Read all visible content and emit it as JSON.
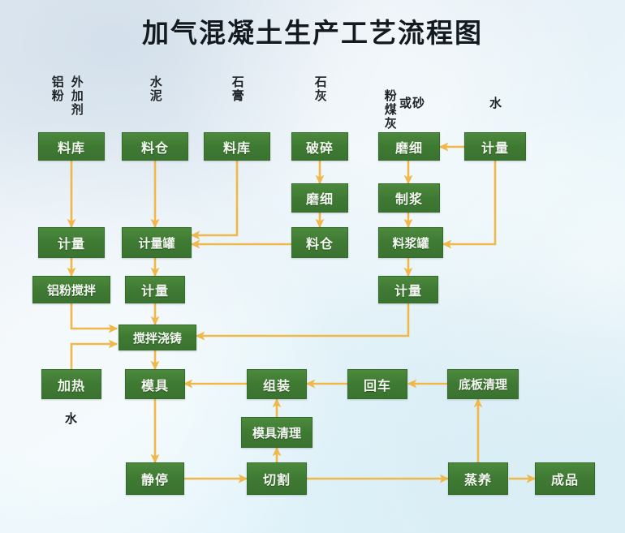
{
  "title": "加气混凝土生产工艺流程图",
  "theme": {
    "box_fill": "#3f7a33",
    "box_border": "#356b2c",
    "box_text": "#f2f7ef",
    "arrow": "#f0b84a",
    "background_top_left": "#e5ecf3",
    "background_bottom": "#ddf2fa",
    "title_color": "#141b20"
  },
  "headers": [
    {
      "id": "h-aluminum-powder",
      "label": "铝粉",
      "orientation": "vertical"
    },
    {
      "id": "h-admixture",
      "label": "外加剂",
      "orientation": "vertical"
    },
    {
      "id": "h-cement",
      "label": "水泥",
      "orientation": "vertical"
    },
    {
      "id": "h-gypsum",
      "label": "石膏",
      "orientation": "vertical"
    },
    {
      "id": "h-lime",
      "label": "石灰",
      "orientation": "vertical"
    },
    {
      "id": "h-flyash",
      "label": "粉煤灰",
      "orientation": "vertical"
    },
    {
      "id": "h-or-sand",
      "label": "或砂",
      "orientation": "horizontal"
    },
    {
      "id": "h-water-top",
      "label": "水",
      "orientation": "horizontal"
    },
    {
      "id": "h-water-heat",
      "label": "水",
      "orientation": "horizontal"
    }
  ],
  "nodes": [
    {
      "id": "n-al-store",
      "label": "料库",
      "row": 1
    },
    {
      "id": "n-cement-bin",
      "label": "料仓",
      "row": 1
    },
    {
      "id": "n-gypsum-store",
      "label": "料库",
      "row": 1
    },
    {
      "id": "n-lime-crush",
      "label": "破碎",
      "row": 1
    },
    {
      "id": "n-ash-grind",
      "label": "磨细",
      "row": 1
    },
    {
      "id": "n-water-meter",
      "label": "计量",
      "row": 1
    },
    {
      "id": "n-lime-grind",
      "label": "磨细",
      "row": 2
    },
    {
      "id": "n-slurry-make",
      "label": "制浆",
      "row": 2
    },
    {
      "id": "n-al-meter",
      "label": "计量",
      "row": 3
    },
    {
      "id": "n-meter-tank",
      "label": "计量罐",
      "row": 3
    },
    {
      "id": "n-lime-bin",
      "label": "料仓",
      "row": 3
    },
    {
      "id": "n-slurry-tank",
      "label": "料浆罐",
      "row": 3
    },
    {
      "id": "n-al-mix",
      "label": "铝粉搅拌",
      "row": 4
    },
    {
      "id": "n-cement-meter",
      "label": "计量",
      "row": 4
    },
    {
      "id": "n-slurry-meter",
      "label": "计量",
      "row": 4
    },
    {
      "id": "n-mix-cast",
      "label": "搅拌浇铸",
      "row": 5
    },
    {
      "id": "n-heat",
      "label": "加热",
      "row": 6
    },
    {
      "id": "n-mould",
      "label": "模具",
      "row": 6
    },
    {
      "id": "n-assemble",
      "label": "组装",
      "row": 6
    },
    {
      "id": "n-return-car",
      "label": "回车",
      "row": 6
    },
    {
      "id": "n-base-clean",
      "label": "底板清理",
      "row": 6
    },
    {
      "id": "n-mould-clean",
      "label": "模具清理",
      "row": 7
    },
    {
      "id": "n-rest",
      "label": "静停",
      "row": 8
    },
    {
      "id": "n-cut",
      "label": "切割",
      "row": 8
    },
    {
      "id": "n-steam-cure",
      "label": "蒸养",
      "row": 8
    },
    {
      "id": "n-product",
      "label": "成品",
      "row": 8
    }
  ],
  "chart_data": {
    "type": "diagram",
    "diagram_kind": "process-flowchart",
    "title": "加气混凝土生产工艺流程图",
    "input_columns": [
      {
        "material": "铝粉",
        "chain": [
          "料库",
          "计量",
          "铝粉搅拌",
          "搅拌浇铸"
        ]
      },
      {
        "material": "外加剂",
        "chain": [
          "料库",
          "计量",
          "铝粉搅拌",
          "搅拌浇铸"
        ]
      },
      {
        "material": "水泥",
        "chain": [
          "料仓",
          "计量罐",
          "计量",
          "搅拌浇铸"
        ]
      },
      {
        "material": "石膏",
        "chain": [
          "料库",
          "计量罐"
        ]
      },
      {
        "material": "石灰",
        "chain": [
          "破碎",
          "磨细",
          "料仓",
          "计量罐"
        ]
      },
      {
        "material": "粉煤灰或砂",
        "chain": [
          "磨细",
          "制浆",
          "料浆罐",
          "计量",
          "搅拌浇铸"
        ]
      },
      {
        "material": "水",
        "chain": [
          "计量",
          "磨细",
          "料浆罐",
          "搅拌浇铸"
        ]
      }
    ],
    "edges": [
      [
        "料库(铝粉)",
        "计量"
      ],
      [
        "计量",
        "铝粉搅拌"
      ],
      [
        "铝粉搅拌",
        "搅拌浇铸"
      ],
      [
        "加热水",
        "铝粉搅拌"
      ],
      [
        "料仓(水泥)",
        "计量罐"
      ],
      [
        "料库(石膏)",
        "计量罐"
      ],
      [
        "破碎",
        "磨细(石灰)"
      ],
      [
        "磨细(石灰)",
        "料仓(石灰)"
      ],
      [
        "料仓(石灰)",
        "计量罐"
      ],
      [
        "计量罐",
        "计量(水泥)"
      ],
      [
        "计量(水泥)",
        "搅拌浇铸"
      ],
      [
        "计量(水)",
        "磨细(粉煤灰)"
      ],
      [
        "磨细(粉煤灰)",
        "制浆"
      ],
      [
        "制浆",
        "料浆罐"
      ],
      [
        "计量(水)",
        "料浆罐"
      ],
      [
        "料浆罐",
        "计量(料浆)"
      ],
      [
        "计量(料浆)",
        "搅拌浇铸"
      ],
      [
        "搅拌浇铸",
        "模具"
      ],
      [
        "模具",
        "静停"
      ],
      [
        "静停",
        "切割"
      ],
      [
        "切割",
        "蒸养"
      ],
      [
        "蒸养",
        "成品"
      ],
      [
        "蒸养",
        "底板清理"
      ],
      [
        "底板清理",
        "回车"
      ],
      [
        "回车",
        "组装"
      ],
      [
        "组装",
        "模具"
      ],
      [
        "模具清理",
        "组装"
      ],
      [
        "切割",
        "模具清理"
      ]
    ],
    "final_output": "成品"
  }
}
